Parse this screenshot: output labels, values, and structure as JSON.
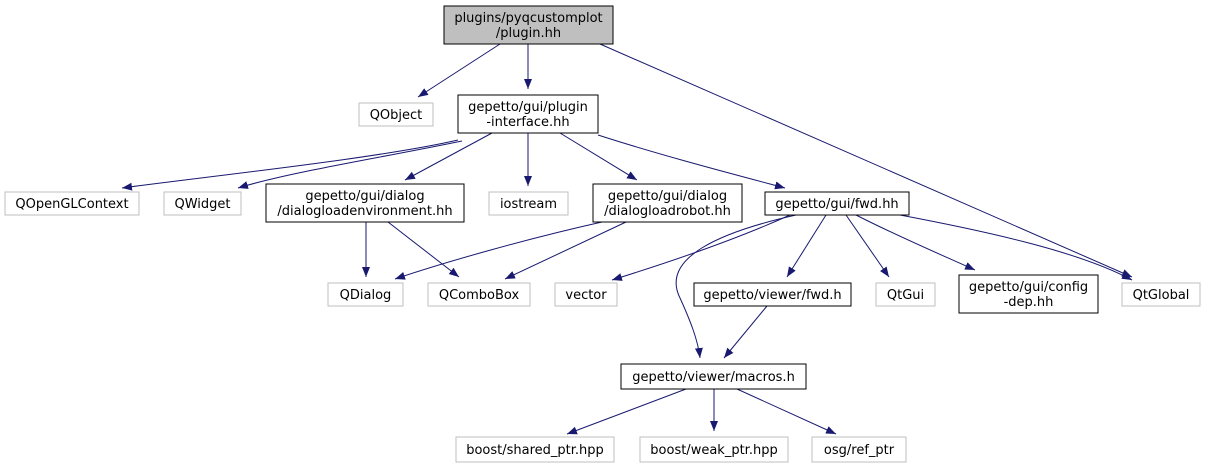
{
  "colors": {
    "edge": "#191970",
    "root_fill": "#bfbfbf",
    "documented_border": "#000000",
    "external_border": "#bfbfbf",
    "text": "#000000"
  },
  "nodes": [
    {
      "id": "root",
      "lines": [
        "plugins/pyqcustomplot",
        "/plugin.hh"
      ],
      "kind": "root"
    },
    {
      "id": "qobject",
      "lines": [
        "QObject"
      ],
      "kind": "external"
    },
    {
      "id": "plugin_iface",
      "lines": [
        "gepetto/gui/plugin",
        "-interface.hh"
      ],
      "kind": "documented"
    },
    {
      "id": "qopenglcontext",
      "lines": [
        "QOpenGLContext"
      ],
      "kind": "external"
    },
    {
      "id": "qwidget",
      "lines": [
        "QWidget"
      ],
      "kind": "external"
    },
    {
      "id": "dlg_env",
      "lines": [
        "gepetto/gui/dialog",
        "/dialogloadenvironment.hh"
      ],
      "kind": "documented"
    },
    {
      "id": "iostream",
      "lines": [
        "iostream"
      ],
      "kind": "external"
    },
    {
      "id": "dlg_robot",
      "lines": [
        "gepetto/gui/dialog",
        "/dialogloadrobot.hh"
      ],
      "kind": "documented"
    },
    {
      "id": "gui_fwd",
      "lines": [
        "gepetto/gui/fwd.hh"
      ],
      "kind": "documented"
    },
    {
      "id": "qdialog",
      "lines": [
        "QDialog"
      ],
      "kind": "external"
    },
    {
      "id": "qcombobox",
      "lines": [
        "QComboBox"
      ],
      "kind": "external"
    },
    {
      "id": "vector",
      "lines": [
        "vector"
      ],
      "kind": "external"
    },
    {
      "id": "viewer_fwd",
      "lines": [
        "gepetto/viewer/fwd.h"
      ],
      "kind": "documented"
    },
    {
      "id": "qtgui",
      "lines": [
        "QtGui"
      ],
      "kind": "external"
    },
    {
      "id": "config_dep",
      "lines": [
        "gepetto/gui/config",
        "-dep.hh"
      ],
      "kind": "documented"
    },
    {
      "id": "qtglobal",
      "lines": [
        "QtGlobal"
      ],
      "kind": "external"
    },
    {
      "id": "macros",
      "lines": [
        "gepetto/viewer/macros.h"
      ],
      "kind": "documented"
    },
    {
      "id": "shared_ptr",
      "lines": [
        "boost/shared_ptr.hpp"
      ],
      "kind": "external"
    },
    {
      "id": "weak_ptr",
      "lines": [
        "boost/weak_ptr.hpp"
      ],
      "kind": "external"
    },
    {
      "id": "ref_ptr",
      "lines": [
        "osg/ref_ptr"
      ],
      "kind": "external"
    }
  ],
  "edges": [
    {
      "from": "root",
      "to": "qobject"
    },
    {
      "from": "root",
      "to": "plugin_iface"
    },
    {
      "from": "root",
      "to": "qtglobal"
    },
    {
      "from": "plugin_iface",
      "to": "qopenglcontext"
    },
    {
      "from": "plugin_iface",
      "to": "qwidget"
    },
    {
      "from": "plugin_iface",
      "to": "dlg_env"
    },
    {
      "from": "plugin_iface",
      "to": "iostream"
    },
    {
      "from": "plugin_iface",
      "to": "dlg_robot"
    },
    {
      "from": "plugin_iface",
      "to": "gui_fwd"
    },
    {
      "from": "dlg_env",
      "to": "qdialog"
    },
    {
      "from": "dlg_env",
      "to": "qcombobox"
    },
    {
      "from": "dlg_robot",
      "to": "qdialog"
    },
    {
      "from": "dlg_robot",
      "to": "qcombobox"
    },
    {
      "from": "gui_fwd",
      "to": "vector"
    },
    {
      "from": "gui_fwd",
      "to": "macros"
    },
    {
      "from": "gui_fwd",
      "to": "viewer_fwd"
    },
    {
      "from": "gui_fwd",
      "to": "qtgui"
    },
    {
      "from": "gui_fwd",
      "to": "config_dep"
    },
    {
      "from": "gui_fwd",
      "to": "qtglobal"
    },
    {
      "from": "viewer_fwd",
      "to": "macros"
    },
    {
      "from": "macros",
      "to": "shared_ptr"
    },
    {
      "from": "macros",
      "to": "weak_ptr"
    },
    {
      "from": "macros",
      "to": "ref_ptr"
    }
  ]
}
